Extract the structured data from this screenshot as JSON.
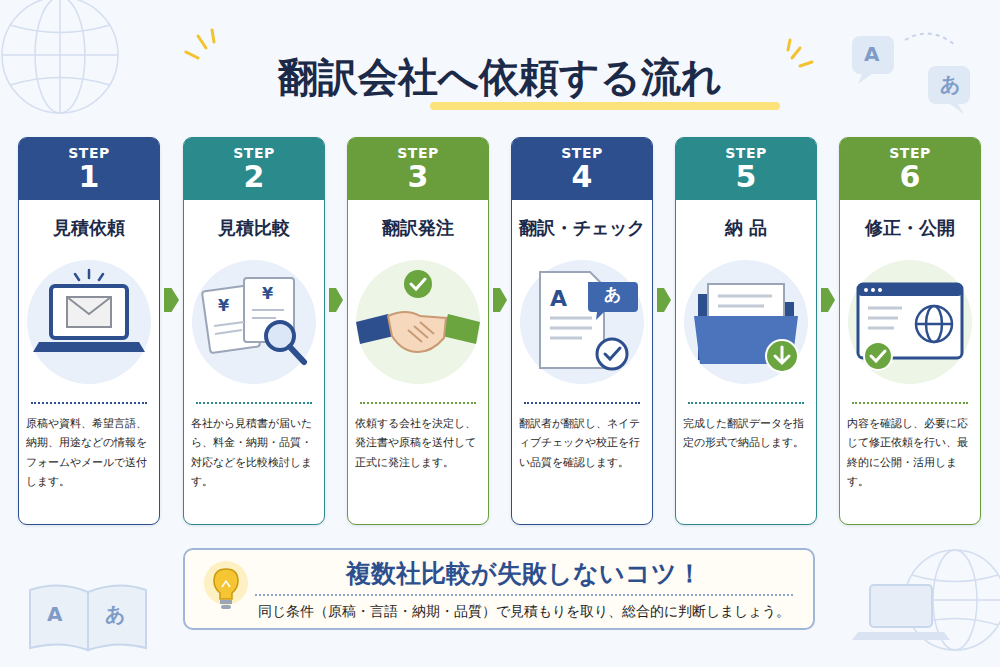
{
  "diagram": {
    "title": "翻訳会社へ依頼する流れ",
    "nodes": [
      {
        "text": [
          "STEP",
          "1",
          "見積依頼",
          "原稿や資料、希望言語、納期、用途などの情報をフォームやメールで送付します。"
        ]
      },
      {
        "text": [
          "STEP",
          "2",
          "見積比較",
          "各社から見積書が届いたら、料金・納期・品質・対応などを比較検討します。"
        ]
      },
      {
        "text": [
          "STEP",
          "3",
          "翻訳発注",
          "依頼する会社を決定し、発注書や原稿を送付して正式に発注します。"
        ]
      },
      {
        "text": [
          "STEP",
          "4",
          "翻訳・チェック",
          "翻訳者が翻訳し、ネイティブチェックや校正を行い品質を確認します。"
        ]
      },
      {
        "text": [
          "STEP",
          "5",
          "納 品",
          "完成した翻訳データを指定の形式で納品します。"
        ]
      },
      {
        "text": [
          "STEP",
          "6",
          "修正・公開",
          "内容を確認し、必要に応じて修正依頼を行い、最終的に公開・活用します。"
        ]
      },
      {
        "text": [
          "複数社比較が失敗しないコツ！",
          "同じ条件（原稿・言語・納期・品質）で見積もりを取り、総合的に判断しましょう。"
        ]
      }
    ],
    "edges": [
      {
        "from": 0,
        "to": 1,
        "arrow": "to"
      },
      {
        "from": 1,
        "to": 2,
        "arrow": "to"
      },
      {
        "from": 2,
        "to": 3,
        "arrow": "to"
      },
      {
        "from": 3,
        "to": 4,
        "arrow": "to"
      },
      {
        "from": 4,
        "to": 5,
        "arrow": "to"
      }
    ],
    "labels": [
      "¥",
      "¥",
      "A",
      "あ",
      "A",
      "あ",
      "A",
      "あ"
    ]
  }
}
